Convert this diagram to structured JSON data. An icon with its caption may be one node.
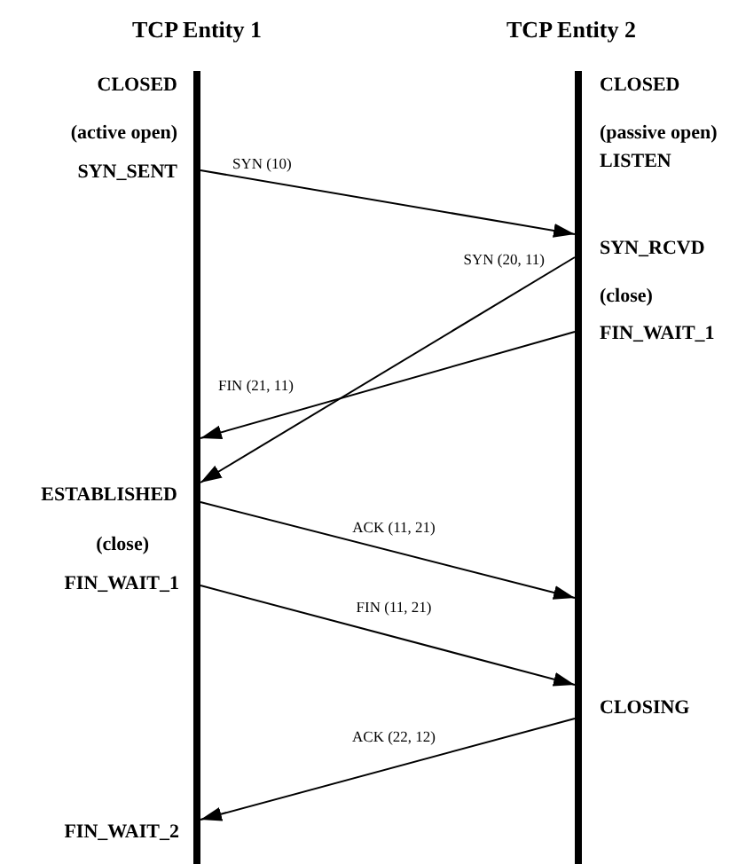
{
  "diagram": {
    "nodes": [
      {
        "text": [],
        "shape": "bar",
        "beside": [
          "CLOSED",
          "(active open)",
          "SYN_SENT",
          "ESTABLISHED",
          "(close)",
          "FIN_WAIT_1",
          "FIN_WAIT_2"
        ]
      },
      {
        "text": [],
        "shape": "bar",
        "beside": [
          "CLOSED",
          "(passive open)",
          "LISTEN",
          "SYN_RCVD",
          "(close)",
          "FIN_WAIT_1",
          "CLOSING"
        ]
      }
    ],
    "edges": [
      {
        "from": 0,
        "to": 1,
        "arrow": "to",
        "label": "SYN (10)"
      },
      {
        "from": 1,
        "to": 0,
        "arrow": "to",
        "label": "SYN (20, 11)"
      },
      {
        "from": 1,
        "to": 0,
        "arrow": "to",
        "label": "FIN (21, 11)"
      },
      {
        "from": 0,
        "to": 1,
        "arrow": "to",
        "label": "ACK (11, 21)"
      },
      {
        "from": 0,
        "to": 1,
        "arrow": "to",
        "label": "FIN (11, 21)"
      },
      {
        "from": 1,
        "to": 0,
        "arrow": "to",
        "label": "ACK (22, 12)"
      }
    ],
    "labels": [
      "TCP Entity 1",
      "TCP Entity 2"
    ]
  }
}
